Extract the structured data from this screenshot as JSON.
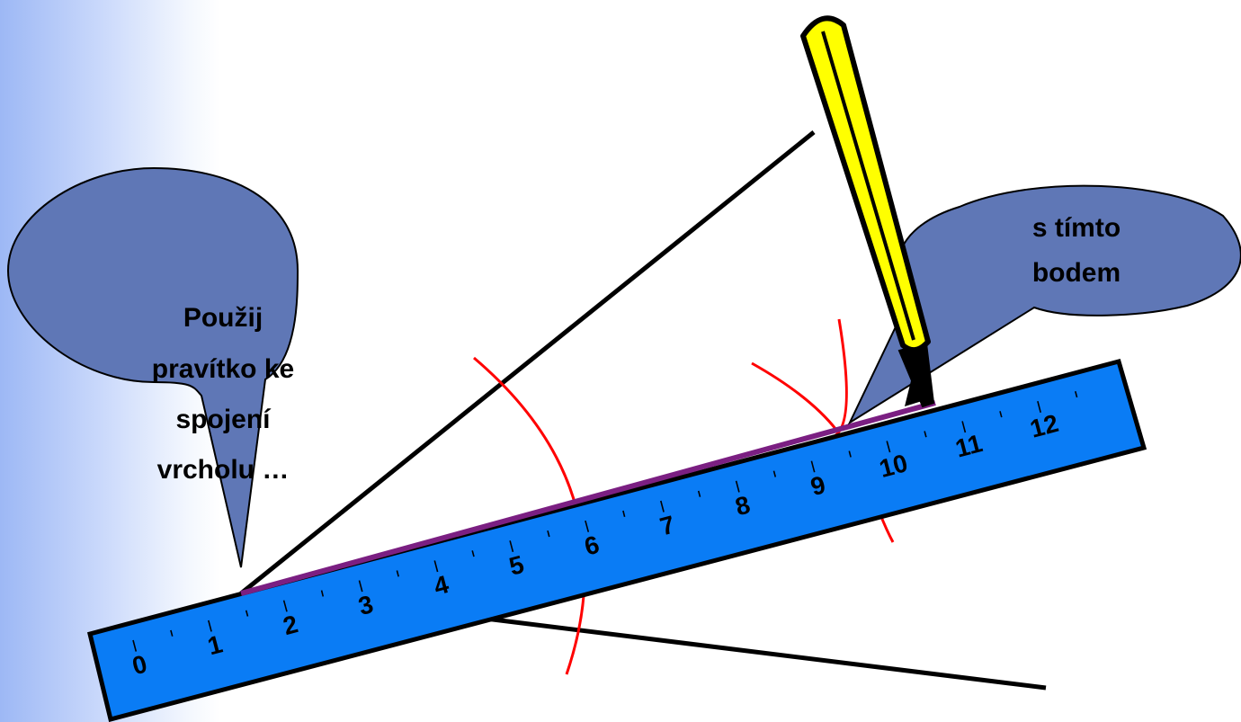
{
  "bubbles": {
    "left": {
      "lines": [
        "Použij",
        "pravítko ke",
        "spojení",
        "vrcholu …"
      ]
    },
    "right": {
      "lines": [
        "s tímto",
        "bodem"
      ]
    }
  },
  "ruler": {
    "numbers": [
      "0",
      "1",
      "2",
      "3",
      "4",
      "5",
      "6",
      "7",
      "8",
      "9",
      "10",
      "11",
      "12"
    ]
  },
  "colors": {
    "bubble": "#5f77b6",
    "ruler": "#0a7cf5",
    "arc": "#ff0000",
    "segment": "#7b1f82",
    "pencil_body": "#ffff00"
  }
}
